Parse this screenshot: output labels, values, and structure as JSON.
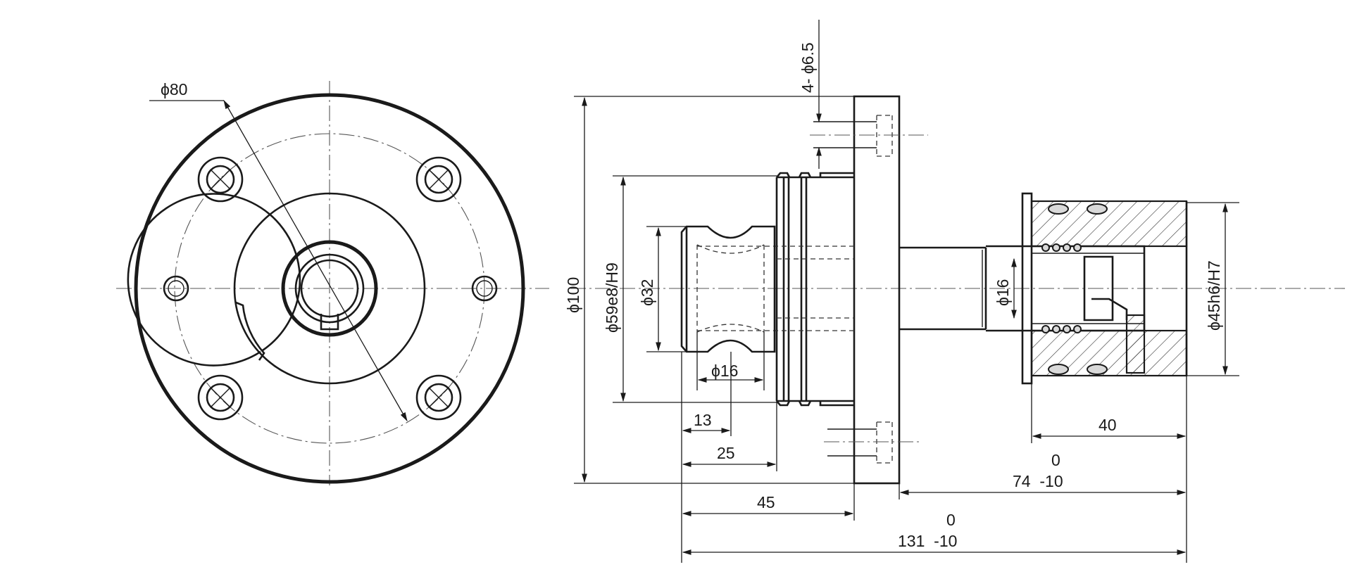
{
  "front_view": {
    "diameter_80": "ϕ80"
  },
  "side_view": {
    "holes": "4- ϕ6.5",
    "diameter_100": "ϕ100",
    "diameter_59": "ϕ59e8/H9",
    "diameter_32": "ϕ32",
    "diameter_16_left": "ϕ16",
    "diameter_16_right": "ϕ16",
    "diameter_45": "ϕ45h6/H7",
    "length_13": "13",
    "length_25": "25",
    "length_45": "45",
    "length_40": "40",
    "tol_upper_74": "0",
    "length_74": "74  -10",
    "tol_upper_131": "0",
    "length_131": "131  -10"
  }
}
